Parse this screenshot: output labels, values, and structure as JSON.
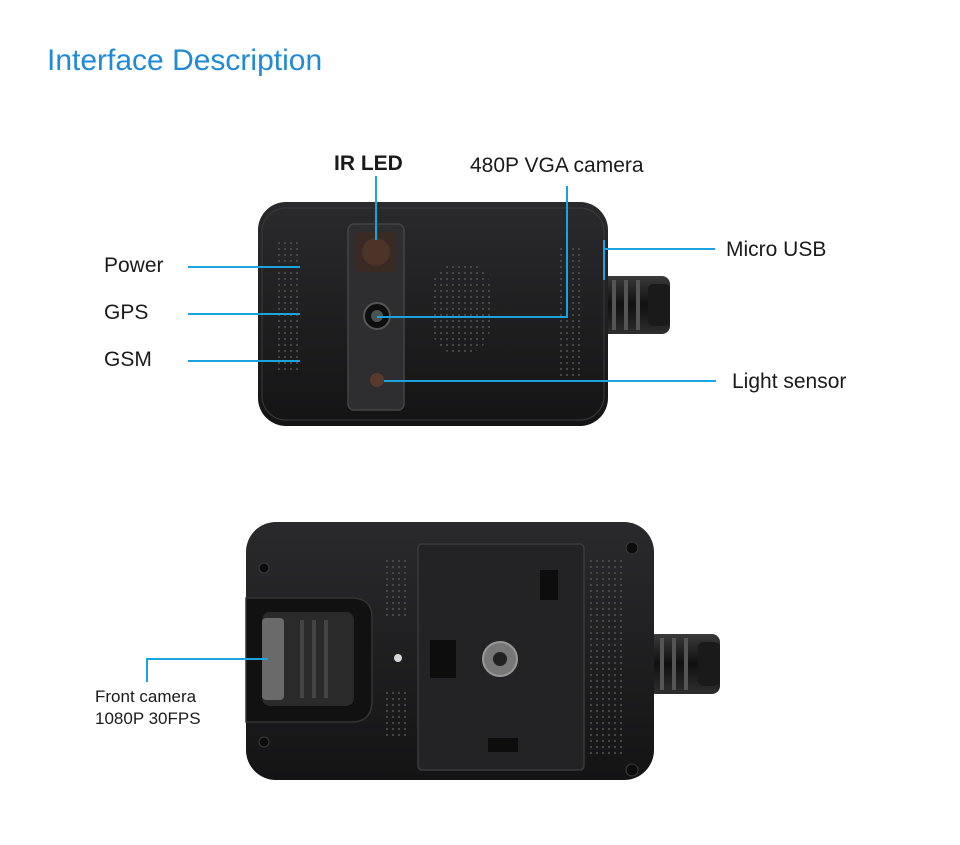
{
  "title": "Interface Description",
  "top_view": {
    "labels": {
      "ir_led": "IR LED",
      "vga_camera": "480P VGA camera",
      "micro_usb": "Micro USB",
      "power": "Power",
      "gps": "GPS",
      "gsm": "GSM",
      "light_sensor": "Light sensor"
    }
  },
  "bottom_view": {
    "labels": {
      "front_camera_line1": "Front camera",
      "front_camera_line2": "1080P 30FPS"
    }
  },
  "colors": {
    "accent": "#1f8ad6",
    "callout_line": "#1aa3df",
    "device_body": "#1c1c1e"
  }
}
